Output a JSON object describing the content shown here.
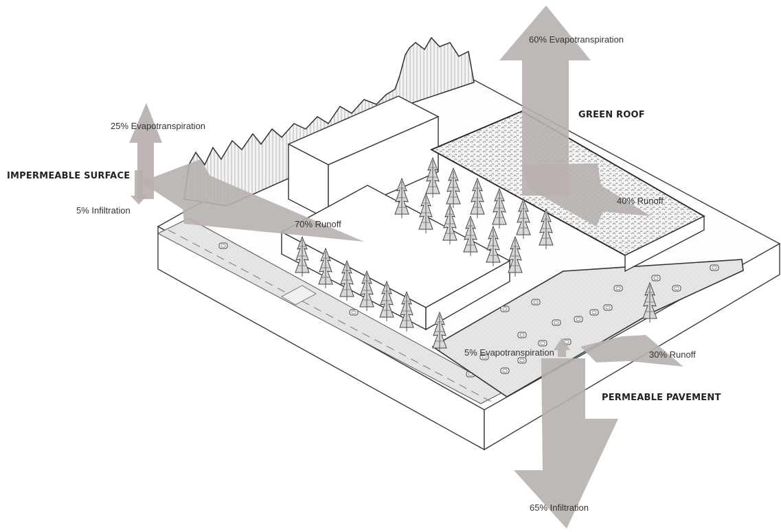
{
  "colors": {
    "arrow_fill": "#b7b0ae",
    "ink": "#3a3a3a",
    "ground": "#eeeeee",
    "green_roof_texture": "#8a8a8a"
  },
  "sections": {
    "impermeable": {
      "title": "IMPERMEABLE SURFACE",
      "evapotranspiration": "25% Evapotranspiration",
      "infiltration": "5% Infiltration",
      "runoff": "70% Runoff"
    },
    "green_roof": {
      "title": "GREEN ROOF",
      "evapotranspiration": "60% Evapotranspiration",
      "runoff": "40% Runoff"
    },
    "permeable_pavement": {
      "title": "PERMEABLE PAVEMENT",
      "evapotranspiration": "5% Evapotranspiration",
      "runoff": "30% Runoff",
      "infiltration": "65% Infiltration"
    }
  }
}
